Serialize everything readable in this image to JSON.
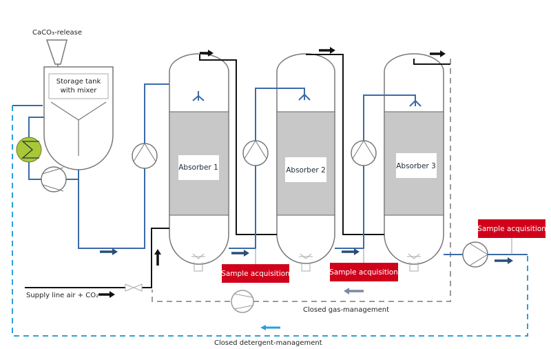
{
  "diagram": {
    "labels": {
      "caco3_release": "CaCO₃-release",
      "storage_tank_line1": "Storage tank",
      "storage_tank_line2": "with mixer",
      "absorber_1": "Absorber 1",
      "absorber_2": "Absorber 2",
      "absorber_3": "Absorber 3",
      "supply_line": "Supply line air + CO₂",
      "closed_gas": "Closed gas-management",
      "closed_detergent": "Closed detergent-management"
    },
    "sample_labels": [
      "Sample acquisition",
      "Sample acquisition",
      "Sample acquisition"
    ],
    "colors": {
      "liquid_line": "#3a6aa8",
      "gas_line": "#111111",
      "gas_loop_dashed": "#9a9a9a",
      "detergent_loop_dashed": "#2aa0d8",
      "packing_fill": "#c8c8c8",
      "sample_badge": "#d0021b",
      "heat_exchanger": "#a8c83a",
      "outline": "#777777",
      "flow_arrow_liquid": "#2b4d78",
      "flow_arrow_gas": "#7a8aa8"
    },
    "icons": {
      "heat_exchanger": "heat-exchanger-icon",
      "pump": "pump-icon",
      "valve": "valve-icon",
      "sprayer": "spray-nozzle-icon",
      "compressor": "compressor-icon",
      "flow_arrow": "arrow-right-icon"
    }
  }
}
